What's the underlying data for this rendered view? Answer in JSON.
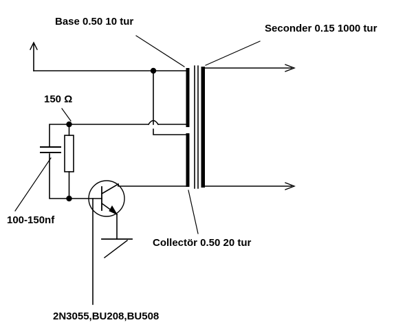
{
  "diagram": {
    "title": "Joule thief / flyback oscillator transformer circuit",
    "stroke_color": "#000000",
    "background_color": "#ffffff"
  },
  "labels": {
    "base_winding": "Base  0.50 10 tur",
    "secondary_winding": "Seconder 0.15  1000 tur",
    "resistor": "150 Ω",
    "capacitor": "100-150nf",
    "collector_winding": "Collectör 0.50 20 tur",
    "transistor": "2N3055,BU208,BU508"
  },
  "components": {
    "resistor": {
      "name": "resistor-150-ohm",
      "value": "150 Ω"
    },
    "capacitor": {
      "name": "capacitor-100-150nf",
      "value": "100-150nf"
    },
    "transistor": {
      "name": "npn-transistor",
      "types": "2N3055,BU208,BU508",
      "polarity": "NPN"
    },
    "transformer": {
      "name": "ferrite-transformer",
      "primary_base": "Base  0.50 10 tur",
      "primary_collector": "Collectör 0.50 20 tur",
      "secondary": "Seconder 0.15  1000 tur"
    },
    "ground": {
      "name": "earth-ground"
    },
    "supply_terminal": {
      "name": "supply-input-arrow"
    },
    "outputs": [
      {
        "name": "secondary-output-top"
      },
      {
        "name": "secondary-output-bottom"
      }
    ]
  }
}
